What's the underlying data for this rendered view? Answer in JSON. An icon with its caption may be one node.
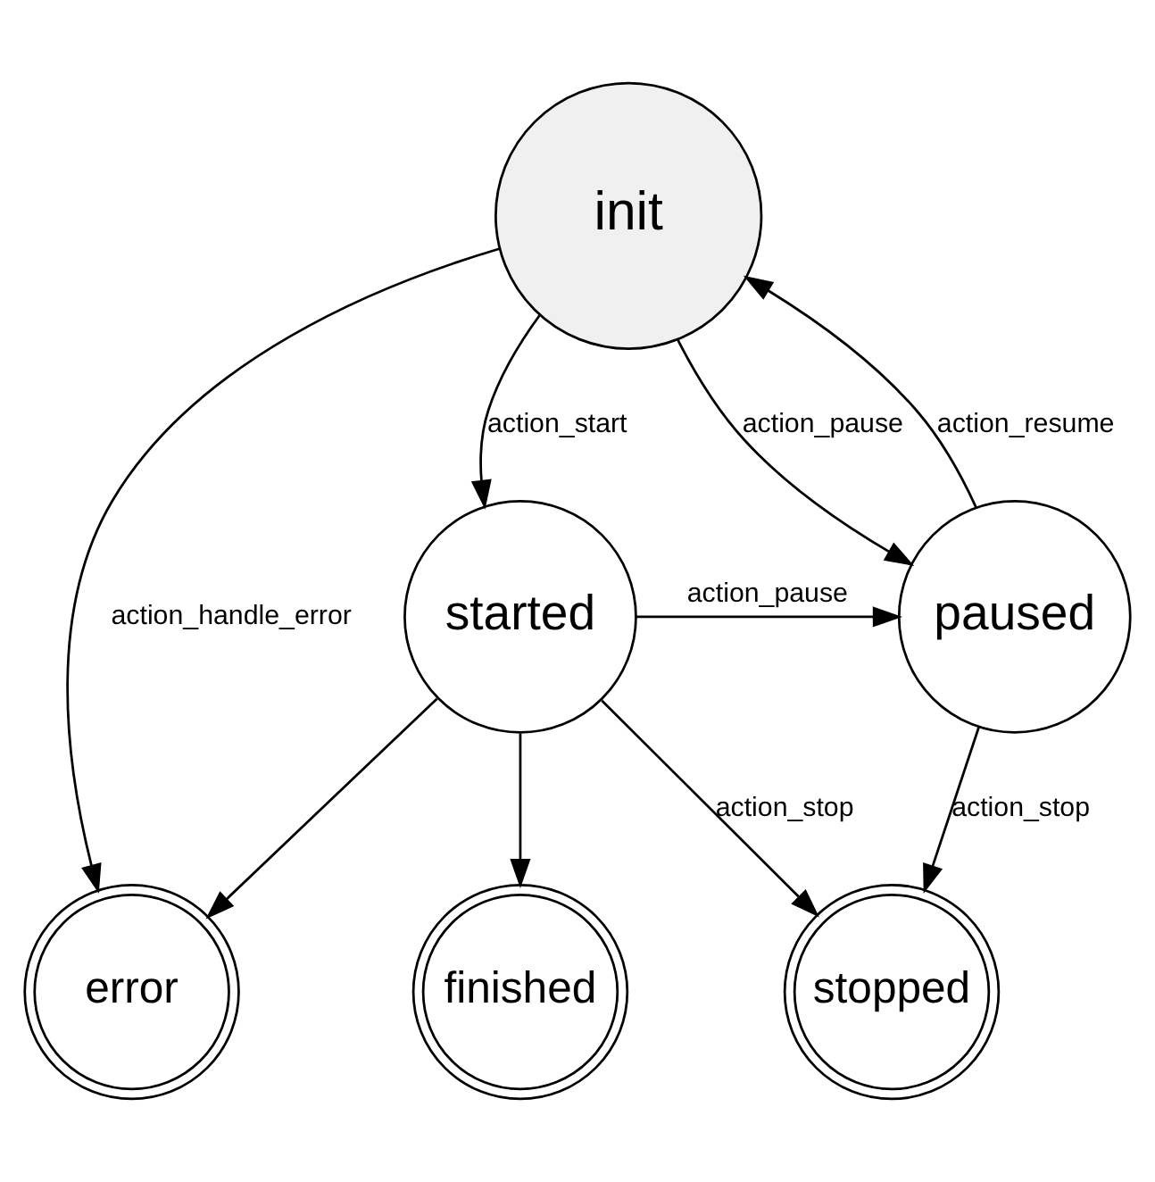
{
  "diagram": {
    "nodes": [
      {
        "text": [
          "init"
        ]
      },
      {
        "text": [
          "paused"
        ]
      },
      {
        "text": [
          "started"
        ]
      },
      {
        "text": [
          "stopped"
        ]
      },
      {
        "text": [
          "finished"
        ]
      },
      {
        "text": [
          "error"
        ]
      }
    ],
    "edges": [
      {
        "from": 0,
        "to": 1,
        "arrow": "to",
        "label": "action_pause"
      },
      {
        "from": 1,
        "to": 0,
        "arrow": "to",
        "label": "action_resume"
      },
      {
        "from": 0,
        "to": 2,
        "arrow": "to",
        "label": "action_start"
      },
      {
        "from": 0,
        "to": 5,
        "arrow": "to",
        "label": "action_handle_error"
      },
      {
        "from": 2,
        "to": 1,
        "arrow": "to",
        "label": "action_pause"
      },
      {
        "from": 1,
        "to": 3,
        "arrow": "to",
        "label": "action_stop"
      },
      {
        "from": 2,
        "to": 3,
        "arrow": "to",
        "label": "action_stop"
      },
      {
        "from": 2,
        "to": 4,
        "arrow": "to"
      },
      {
        "from": 2,
        "to": 5,
        "arrow": "to"
      }
    ]
  }
}
